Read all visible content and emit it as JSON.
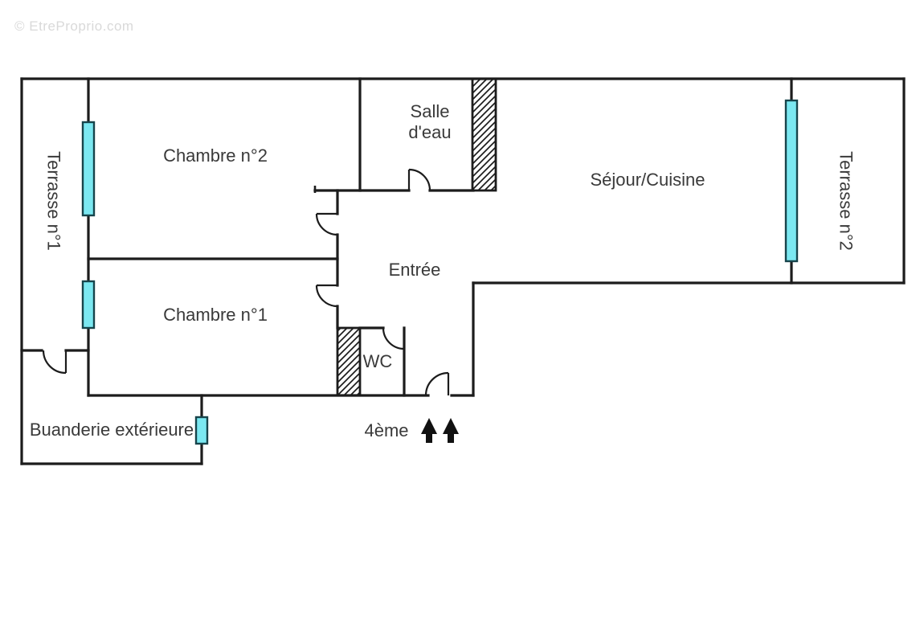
{
  "watermark": "© EtreProprio.com",
  "rooms": {
    "terrasse1": "Terrasse n°1",
    "chambre2": "Chambre n°2",
    "salle_eau_line1": "Salle",
    "salle_eau_line2": "d'eau",
    "sejour": "Séjour/Cuisine",
    "terrasse2": "Terrasse n°2",
    "entree": "Entrée",
    "chambre1": "Chambre n°1",
    "wc": "WC",
    "buanderie": "Buanderie extérieure"
  },
  "floor": {
    "label": "4ème",
    "stair_arrows": 2
  },
  "colors": {
    "background": "#ffffff",
    "wall": "#1c1c1c",
    "window_fill": "#7be8f1",
    "window_stroke": "#17444b",
    "label_text": "#3a3a3a",
    "watermark_text": "#d9d9d9"
  }
}
